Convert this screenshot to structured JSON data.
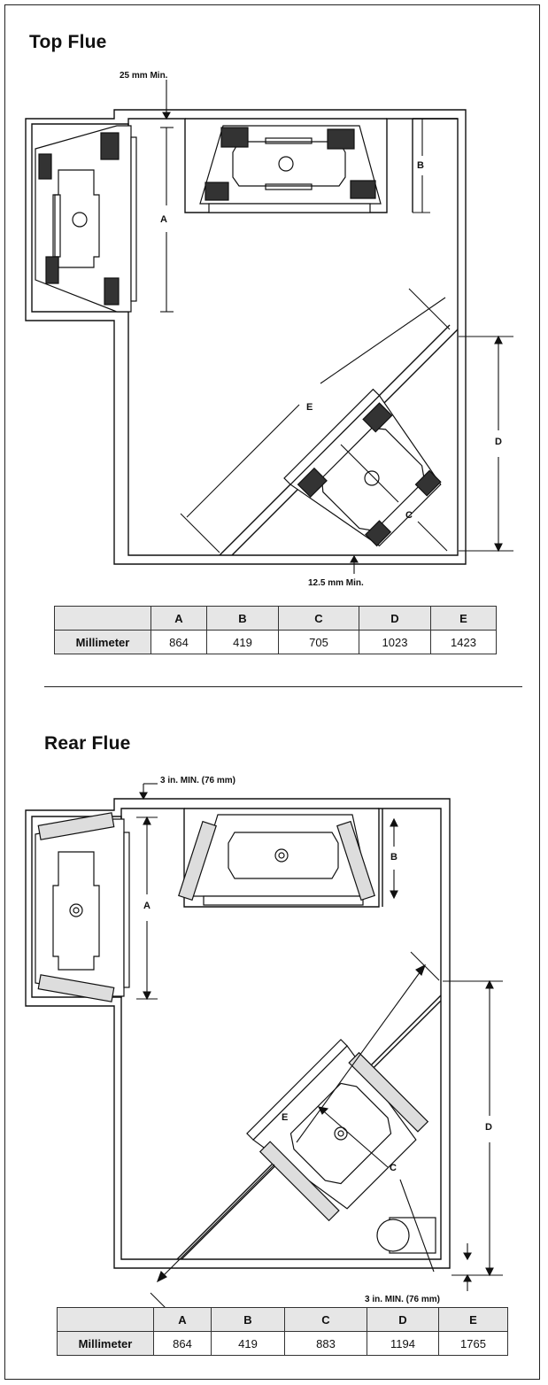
{
  "top_flue": {
    "title": "Top Flue",
    "clearance_top": "25 mm Min.",
    "clearance_bottom": "12.5 mm Min.",
    "labels": {
      "a": "A",
      "b": "B",
      "c": "C",
      "d": "D",
      "e": "E"
    },
    "table": {
      "headers": [
        "",
        "A",
        "B",
        "C",
        "D",
        "E"
      ],
      "row_label": "Millimeter",
      "values": [
        "864",
        "419",
        "705",
        "1023",
        "1423"
      ]
    }
  },
  "rear_flue": {
    "title": "Rear Flue",
    "clearance_top": "3 in. MIN. (76 mm)",
    "clearance_bottom": "3 in. MIN. (76 mm)",
    "labels": {
      "a": "A",
      "b": "B",
      "c": "C",
      "d": "D",
      "e": "E"
    },
    "table": {
      "headers": [
        "",
        "A",
        "B",
        "C",
        "D",
        "E"
      ],
      "row_label": "Millimeter",
      "values": [
        "864",
        "419",
        "883",
        "1194",
        "1765"
      ]
    }
  }
}
